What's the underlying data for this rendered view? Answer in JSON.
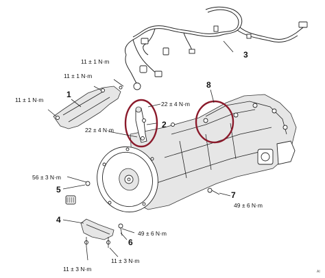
{
  "torque": {
    "t1": "11 ± 1 N·m",
    "t2": "11 ± 1 N·m",
    "t3": "11 ± 1 N·m",
    "t4": "22 ± 4 N·m",
    "t5": "22 ± 4 N·m",
    "t6": "56 ± 3 N·m",
    "t7": "49 ± 6 N·m",
    "t8": "49 ± 6 N·m",
    "t9": "11 ± 3 N·m",
    "t10": "11 ± 3 N·m"
  },
  "callouts": {
    "c1": "1",
    "c2": "2",
    "c3": "3",
    "c4": "4",
    "c5": "5",
    "c6": "6",
    "c7": "7",
    "c8": "8"
  },
  "corner_ref": "AI",
  "highlight_color": "#8b1a2b"
}
